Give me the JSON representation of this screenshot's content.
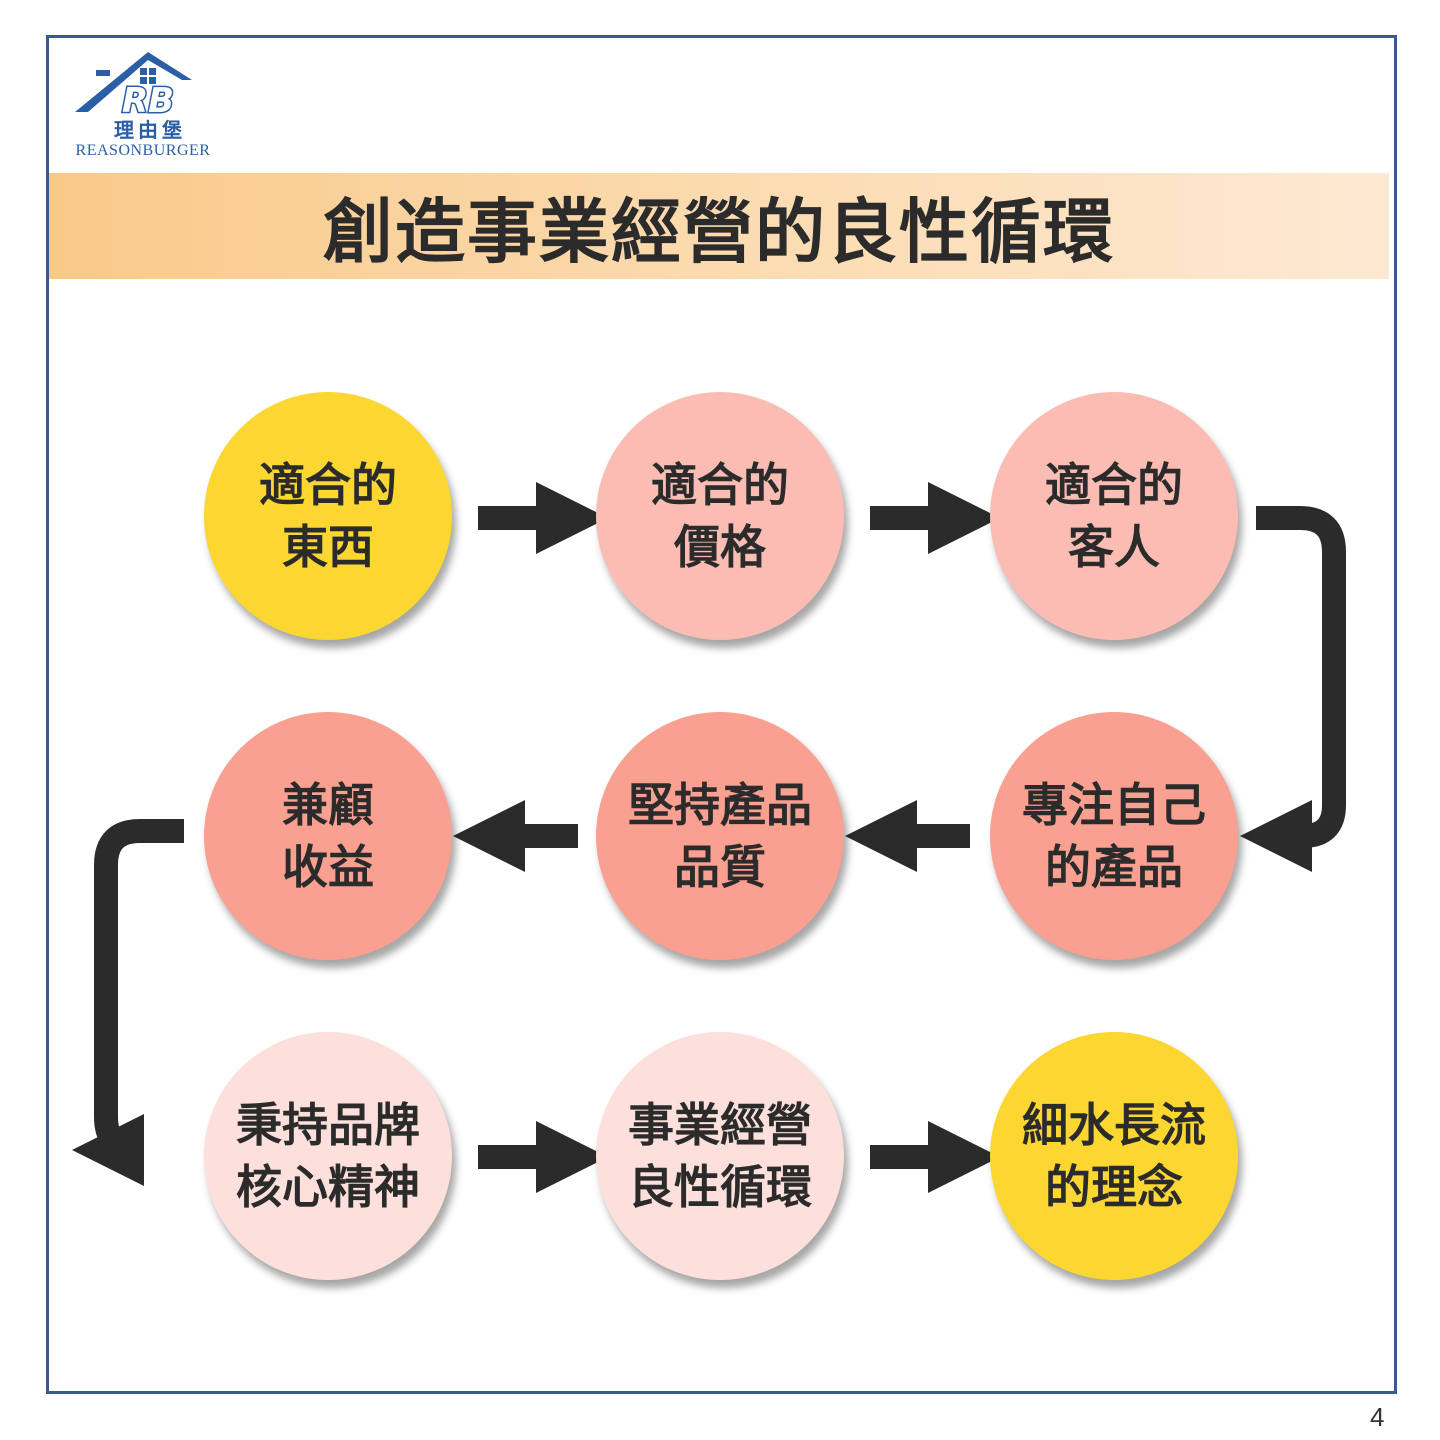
{
  "logo": {
    "mark": "RB",
    "name_cn": "理由堡",
    "name_en": "REASONBURGER"
  },
  "title": "創造事業經營的良性循環",
  "nodes": [
    {
      "id": "n1",
      "text": "適合的\n東西",
      "color": "#fcd631"
    },
    {
      "id": "n2",
      "text": "適合的\n價格",
      "color": "#fbbdb3"
    },
    {
      "id": "n3",
      "text": "適合的\n客人",
      "color": "#fbbdb3"
    },
    {
      "id": "n4",
      "text": "專注自己\n的產品",
      "color": "#f9a091"
    },
    {
      "id": "n5",
      "text": "堅持產品\n品質",
      "color": "#f9a091"
    },
    {
      "id": "n6",
      "text": "兼顧\n收益",
      "color": "#f9a091"
    },
    {
      "id": "n7",
      "text": "秉持品牌\n核心精神",
      "color": "#fde0dc"
    },
    {
      "id": "n8",
      "text": "事業經營\n良性循環",
      "color": "#fde0dc"
    },
    {
      "id": "n9",
      "text": "細水長流\n的理念",
      "color": "#fcd631"
    }
  ],
  "edges": [
    {
      "from": "n1",
      "to": "n2"
    },
    {
      "from": "n2",
      "to": "n3"
    },
    {
      "from": "n3",
      "to": "n4"
    },
    {
      "from": "n4",
      "to": "n5"
    },
    {
      "from": "n5",
      "to": "n6"
    },
    {
      "from": "n6",
      "to": "n7"
    },
    {
      "from": "n7",
      "to": "n8"
    },
    {
      "from": "n8",
      "to": "n9"
    }
  ],
  "page_number": "4"
}
